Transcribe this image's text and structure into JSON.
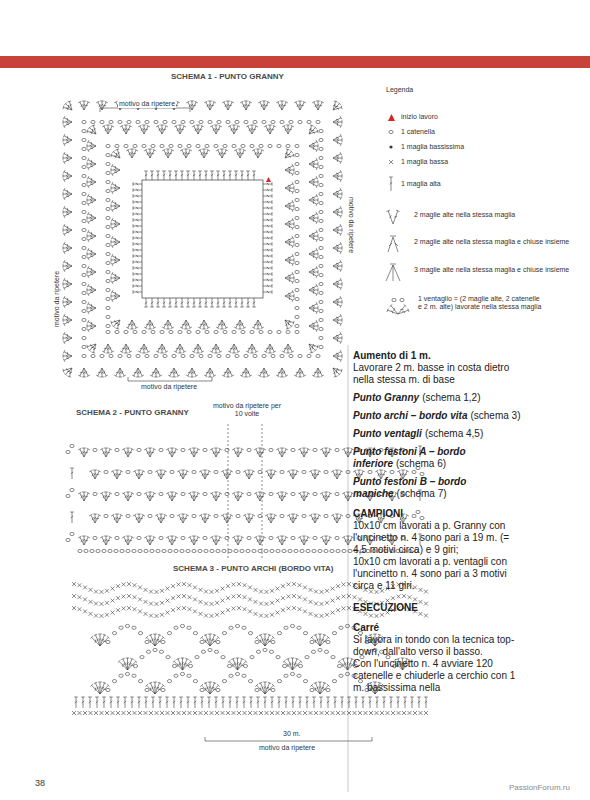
{
  "diagram": {
    "labels": [
      "SCHEMA 1 - PUNTO GRANNY",
      "motivo da ripetere",
      "motivo da ripetere",
      "motivo da ripetere",
      "motivo da ripetere",
      "SCHEMA 2 - PUNTO GRANNY",
      "motivo da ripetere per 10 volte",
      "SCHEMA 3 - PUNTO ARCHI (BORDO VITA)",
      "30 m.",
      "motivo da ripetere",
      "Legenda",
      "Aumento di 1 m.",
      "Lavorare 2 m. basse in costa dietro nella stessa m. di base",
      "Punto Granny",
      "(schema 1,2)",
      "Punto archi – bordo vita",
      "(schema 3)",
      "Punto ventagli",
      "(schema 4,5)",
      "Punto festoni A – bordo inferiore",
      "(schema 6)",
      "Punto festoni B – bordo maniche",
      "(schema 7)",
      "CAMPIONI",
      "10x10 cm lavorati a p. Granny con l'uncinetto n. 4 sono pari a 19 m. (= 4,5 motivi circa) e 9 giri;",
      "10x10 cm lavorati a p. ventagli con l'uncinetto n. 4 sono pari a 3 motivi circa e 11 giri.",
      "ESECUZIONE",
      "Carré",
      "Si lavora in tondo con la tecnica top-down, dall'alto verso il basso.",
      "Con l'uncinetto n. 4 avviare 120 catenelle e chiuderle a cerchio con 1 m. bassissima nella",
      "38",
      "PassionForum.ru"
    ],
    "legend": [
      {
        "text": "inizio lavoro"
      },
      {
        "text": "1 catenella"
      },
      {
        "text": "1 maglia bassissima"
      },
      {
        "text": "1 maglia bassa"
      },
      {
        "text": "1 maglia alta"
      },
      {
        "text": "2 maglie alte nella stessa maglia"
      },
      {
        "text": "2 maglie alte nella stessa maglia e chiuse insieme"
      },
      {
        "text": "3 maglie alte nella stessa maglia e chiuse insieme"
      },
      {
        "text": "1 ventaglio = (2 maglie alte, 2 catenelle e 2 m. alte) lavorate nella stessa maglia"
      }
    ]
  }
}
